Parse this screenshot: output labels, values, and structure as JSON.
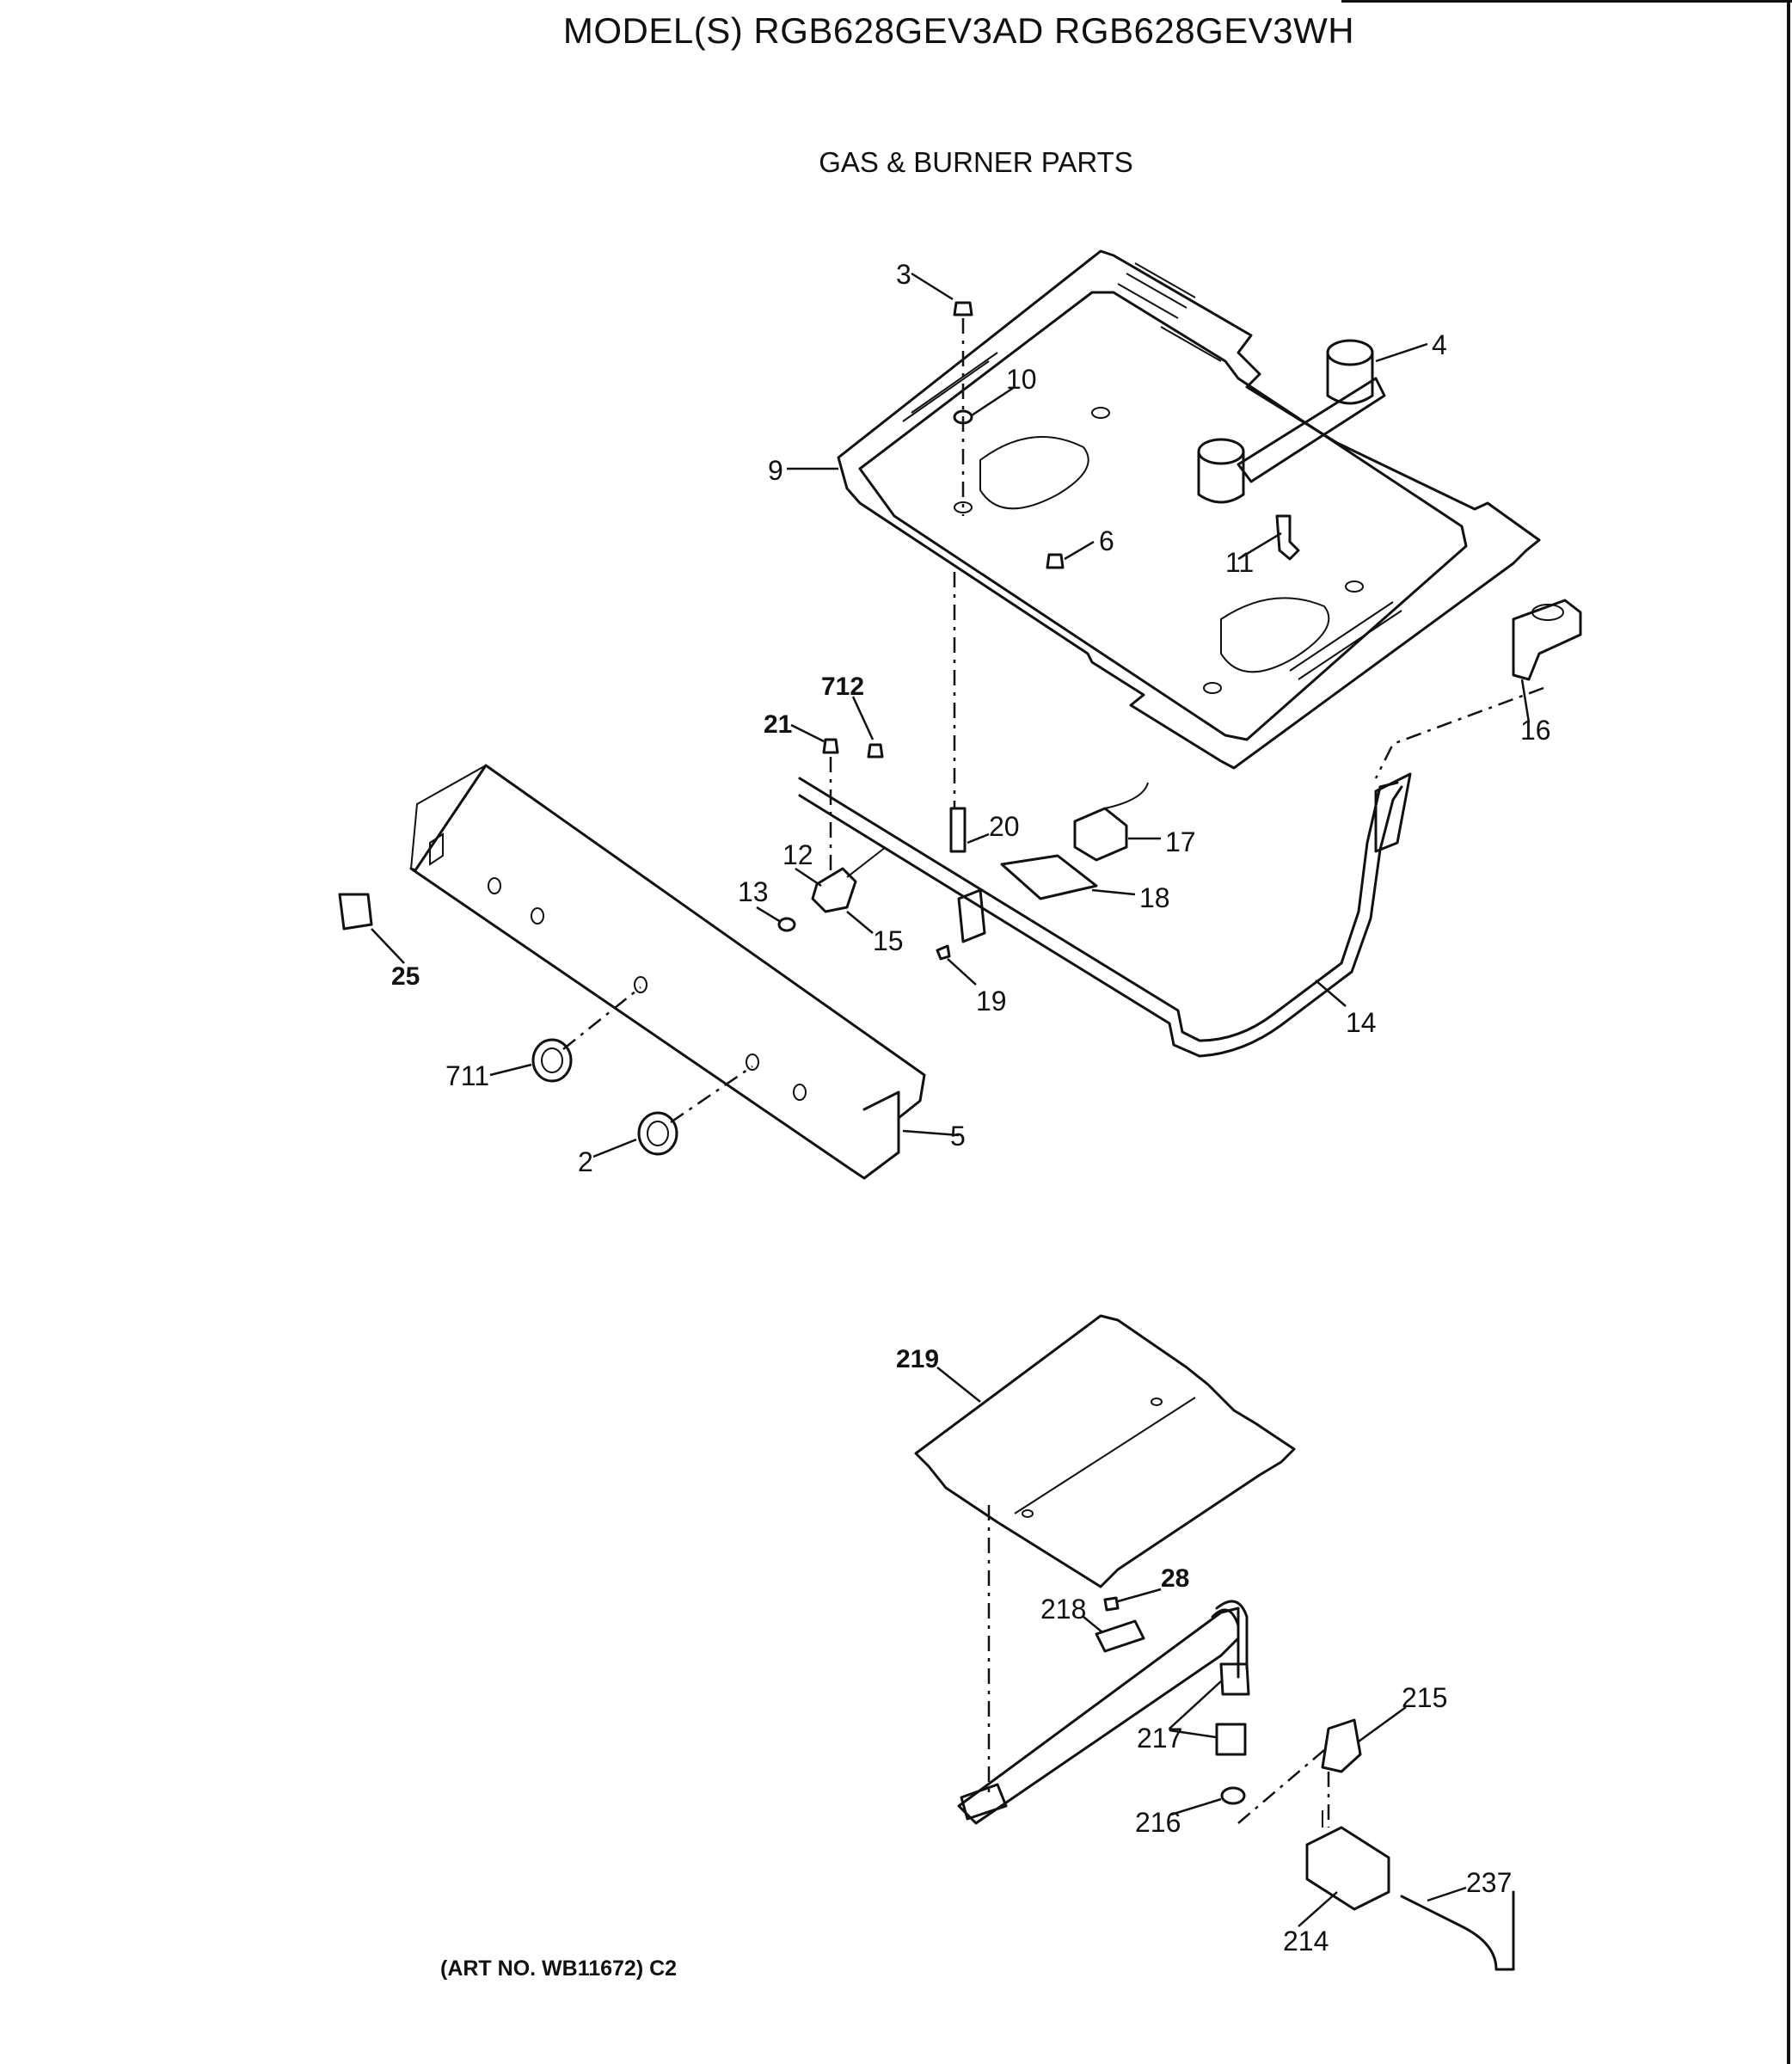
{
  "header": {
    "models_label": "MODEL(S) RGB628GEV3AD  RGB628GEV3WH"
  },
  "section": {
    "title": "GAS & BURNER PARTS"
  },
  "footer": {
    "art_number": "(ART NO. WB11672) C2"
  },
  "callouts": {
    "p2": "2",
    "p3": "3",
    "p4": "4",
    "p5": "5",
    "p6": "6",
    "p9": "9",
    "p10": "10",
    "p11": "11",
    "p12": "12",
    "p13": "13",
    "p14": "14",
    "p15": "15",
    "p16": "16",
    "p17": "17",
    "p18": "18",
    "p19": "19",
    "p20": "20",
    "p21": "21",
    "p25": "25",
    "p28": "28",
    "p214": "214",
    "p215": "215",
    "p216": "216",
    "p217": "217",
    "p218": "218",
    "p219": "219",
    "p237": "237",
    "p711": "711",
    "p712": "712"
  }
}
